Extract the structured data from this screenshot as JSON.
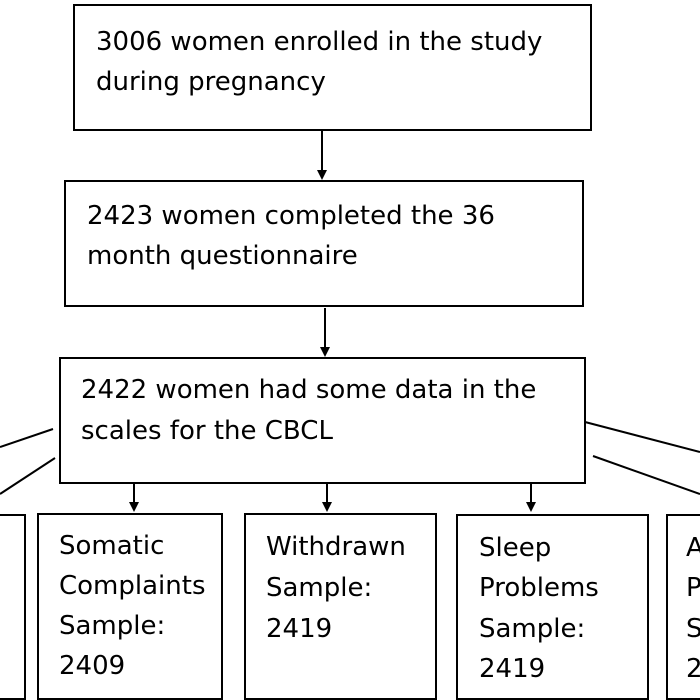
{
  "flow": {
    "enrolled": {
      "line1": "3006 women enrolled in the study",
      "line2": "during pregnancy"
    },
    "completed": {
      "line1": "2423 women completed the 36",
      "line2": "month questionnaire"
    },
    "some_data": {
      "line1": "2422 women had some data in the",
      "line2": "scales for the CBCL"
    }
  },
  "samples": [
    {
      "label": "Somatic Complaints",
      "line1": "Somatic",
      "line2": "Complaints",
      "line3": "Sample:",
      "line4": "2409"
    },
    {
      "label": "Withdrawn",
      "line1": "Withdrawn",
      "line2": "Sample:",
      "line3": "2419"
    },
    {
      "label": "Sleep Problems",
      "line1": "Sleep",
      "line2": "Problems",
      "line3": "Sample:",
      "line4": "2419"
    },
    {
      "partial": {
        "line1": "A",
        "line2": "P",
        "line3": "S",
        "line4": "2"
      }
    }
  ],
  "colors": {
    "stroke": "#000000",
    "background": "#ffffff"
  }
}
